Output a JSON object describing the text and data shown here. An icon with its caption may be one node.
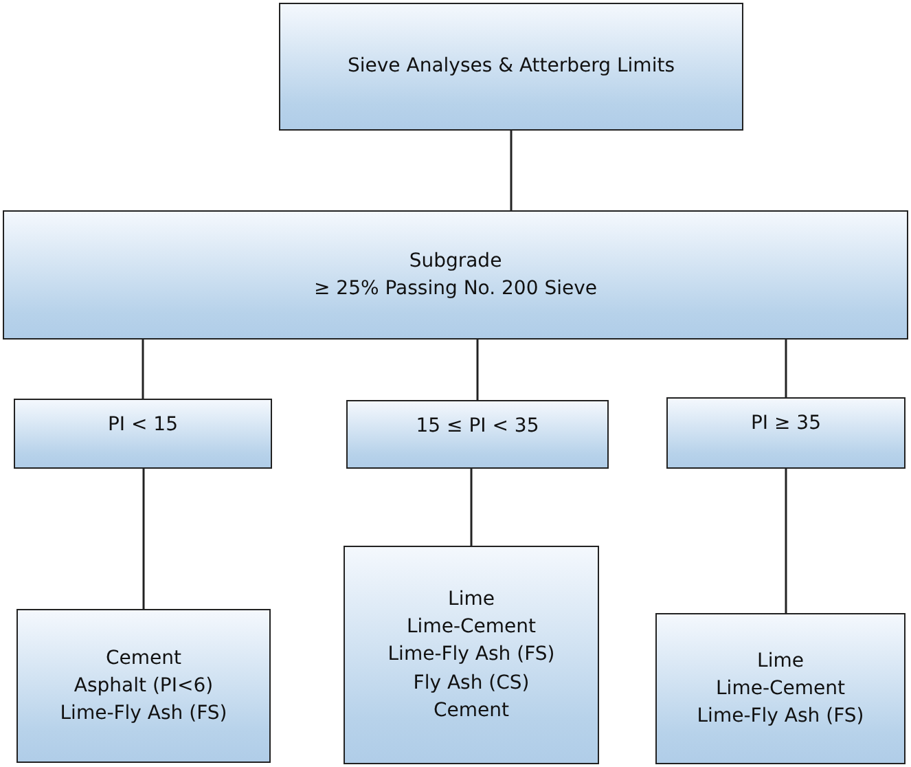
{
  "diagram": {
    "nodes": [
      {
        "text": [
          "Sieve Analyses & Atterberg Limits"
        ]
      },
      {
        "text": [
          "Subgrade",
          "≥ 25% Passing No. 200 Sieve"
        ]
      },
      {
        "text": [
          "PI < 15"
        ]
      },
      {
        "text": [
          "15 ≤ PI < 35"
        ]
      },
      {
        "text": [
          "PI ≥ 35"
        ]
      },
      {
        "text": [
          "Cement",
          "Asphalt (PI<6)",
          "Lime-Fly Ash (FS)"
        ]
      },
      {
        "text": [
          "Lime",
          "Lime-Cement",
          "Lime-Fly Ash (FS)",
          "Fly Ash (CS)",
          "Cement"
        ]
      },
      {
        "text": [
          "Lime",
          "Lime-Cement",
          "Lime-Fly Ash (FS)"
        ]
      }
    ],
    "edges": [
      {
        "from": 0,
        "to": 1,
        "arrow": "none"
      },
      {
        "from": 1,
        "to": 2,
        "arrow": "none"
      },
      {
        "from": 1,
        "to": 3,
        "arrow": "none"
      },
      {
        "from": 1,
        "to": 4,
        "arrow": "none"
      },
      {
        "from": 2,
        "to": 5,
        "arrow": "none"
      },
      {
        "from": 3,
        "to": 6,
        "arrow": "none"
      },
      {
        "from": 4,
        "to": 7,
        "arrow": "none"
      }
    ]
  }
}
